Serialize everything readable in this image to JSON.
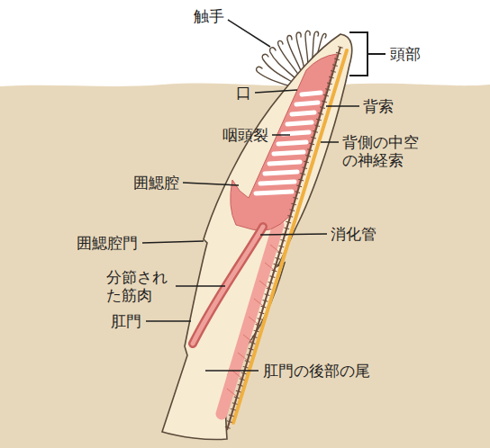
{
  "diagram": {
    "labels": [
      "触手",
      "頭部",
      "口",
      "背索",
      "咽頭裂",
      "背側の中空 の神経索",
      "囲鰓腔",
      "消化管",
      "囲鰓腔門",
      "分節され た筋肉",
      "肛門",
      "肛門の後部の尾"
    ]
  }
}
